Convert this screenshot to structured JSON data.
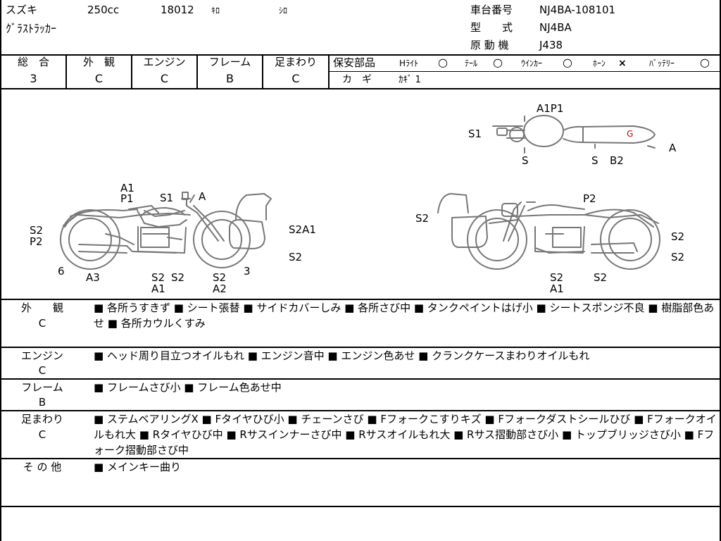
{
  "header": {
    "maker": "スズキ",
    "displacement": "250cc",
    "mileage": "18012",
    "mileage_unit": "ｷﾛ",
    "color": "ｼﾛ",
    "model_name": "ｸﾞﾗｽﾄﾗｯｶｰ",
    "frame_no_label": "車台番号",
    "frame_no": "NJ4BA-108101",
    "type_label": "型　　式",
    "type_value": "NJ4BA",
    "engine_label": "原 動 機",
    "engine_value": "J438"
  },
  "grades": [
    {
      "label": "総　合",
      "value": "3"
    },
    {
      "label": "外　観",
      "value": "C"
    },
    {
      "label": "エンジン",
      "value": "C"
    },
    {
      "label": "フレーム",
      "value": "B"
    },
    {
      "label": "足まわり",
      "value": "C"
    }
  ],
  "safety": {
    "label": "保安部品",
    "items": [
      {
        "label": "Hﾗｲﾄ",
        "mark": "○"
      },
      {
        "label": "ﾃｰﾙ",
        "mark": "○"
      },
      {
        "label": "ｳｲﾝｶｰ",
        "mark": "○"
      },
      {
        "label": "ﾎｰﾝ",
        "mark": "×"
      },
      {
        "label": "ﾊﾞｯﾃﾘｰ",
        "mark": "○"
      }
    ],
    "key_label": "カ　ギ",
    "key_value": "ｶｷﾞ 1"
  },
  "diagram_labels": {
    "top_A1P1": "A1P1",
    "top_S1": "S1",
    "top_S_left": "S",
    "top_S_mid": "S",
    "top_B2": "B2",
    "top_A": "A",
    "top_G": "G",
    "left_A1": "A1",
    "left_P1": "P1",
    "left_S1": "S1",
    "left_A": "A",
    "left_S2a": "S2",
    "left_P2": "P2",
    "left_6": "6",
    "left_A3": "A3",
    "left_S2b": "S2",
    "left_A1b": "A1",
    "left_S2c": "S2",
    "left_S2d": "S2",
    "left_A2": "A2",
    "left_3": "3",
    "left_S2A1": "S2A1",
    "left_S2e": "S2",
    "right_S2a": "S2",
    "right_P2": "P2",
    "right_S2b": "S2",
    "right_S2c": "S2",
    "right_S2d": "S2",
    "right_A1": "A1",
    "right_S2e": "S2"
  },
  "sections": [
    {
      "title": "外　　観",
      "grade": "C",
      "text": "■ 各所うすきず ■ シート張替 ■ サイドカバーしみ ■ 各所さび中 ■ タンクペイントはげ小 ■ シートスポンジ不良 ■ 樹脂部色あせ ■ 各所カウルくすみ"
    },
    {
      "title": "エンジン",
      "grade": "C",
      "text": "■ ヘッド周り目立つオイルもれ ■ エンジン音中 ■ エンジン色あせ ■ クランクケースまわりオイルもれ"
    },
    {
      "title": "フレーム",
      "grade": "B",
      "text": "■ フレームさび小 ■ フレーム色あせ中"
    },
    {
      "title": "足まわり",
      "grade": "C",
      "text": "■ ステムベアリングX ■ Fタイヤひび小 ■ チェーンさび ■ Fフォークこすりキズ ■ Fフォークダストシールひび ■ Fフォークオイルもれ大 ■ Rタイヤひび中 ■ Rサスインナーさび中 ■ Rサスオイルもれ大 ■ Rサス摺動部さび小 ■ トップブリッジさび小 ■ Fフォーク摺動部さび中"
    },
    {
      "title": "そ の 他",
      "grade": "",
      "text": "■ メインキー曲り"
    }
  ]
}
